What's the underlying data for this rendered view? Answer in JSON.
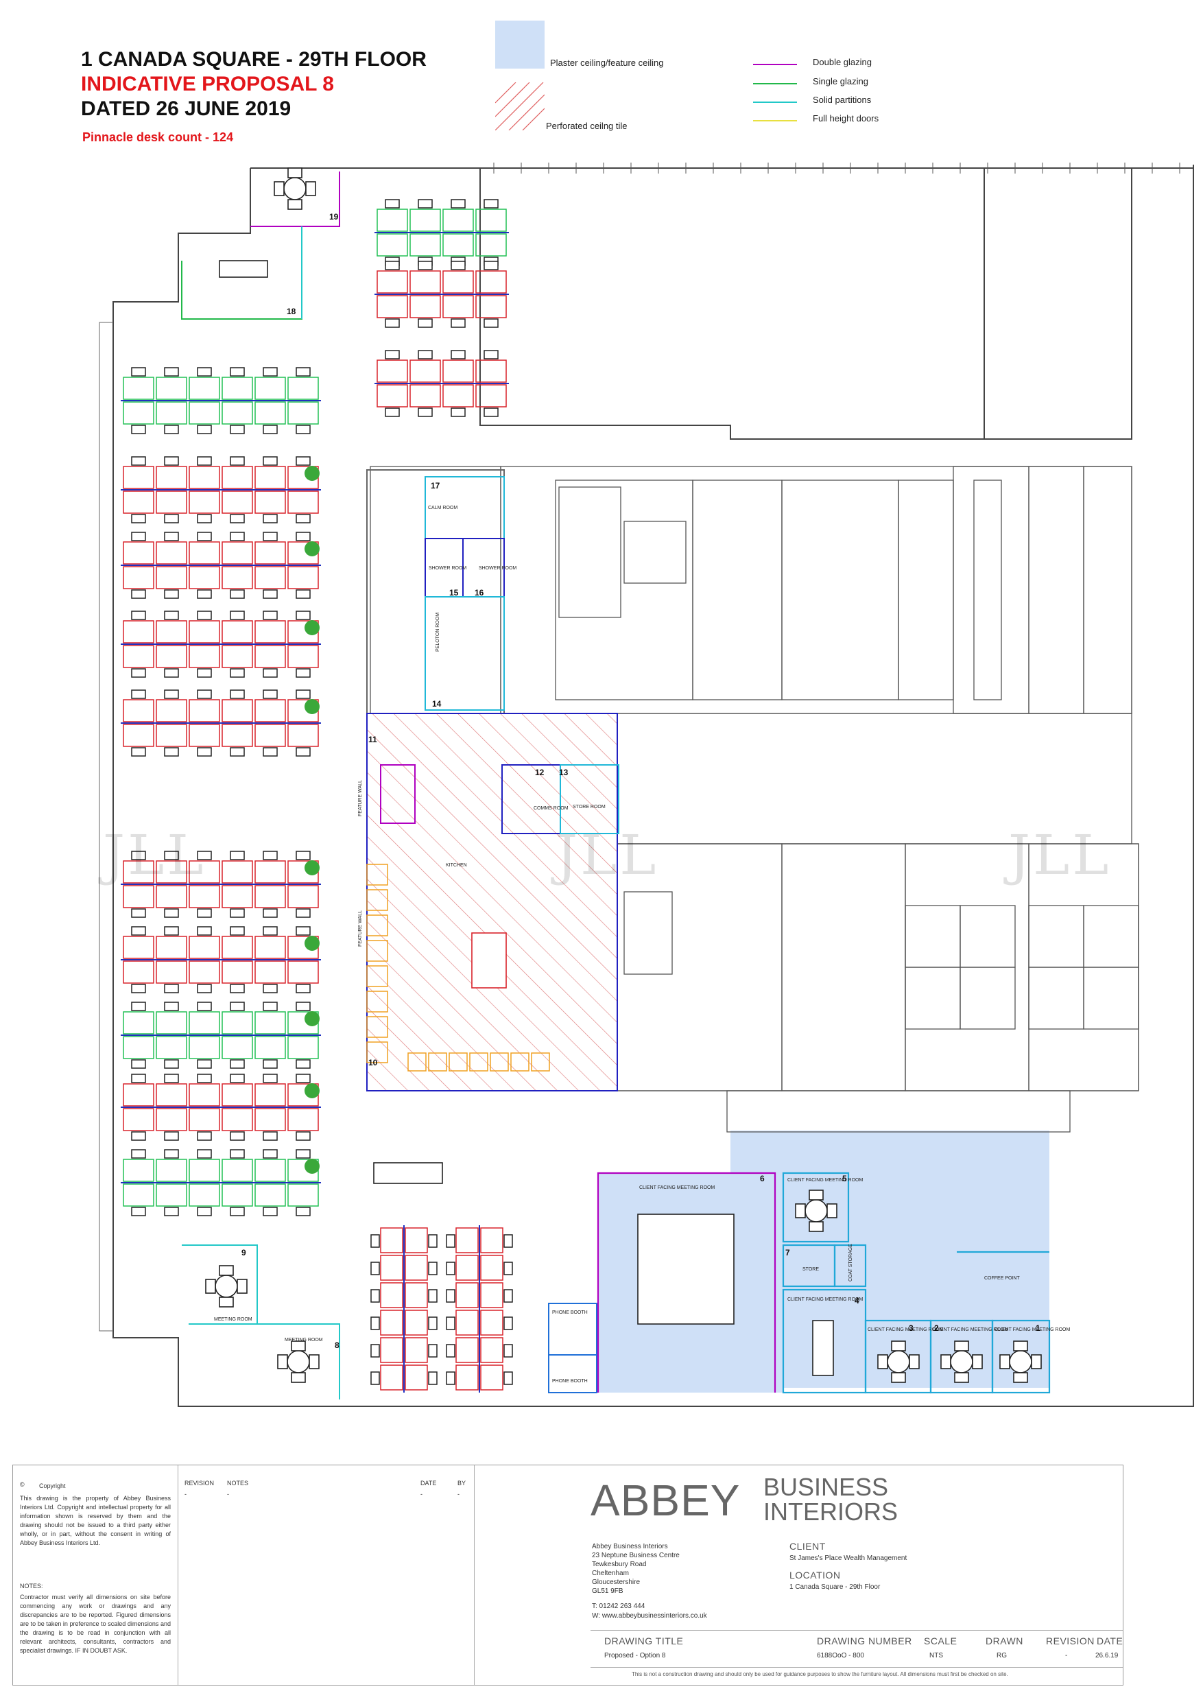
{
  "header": {
    "line1": "1 CANADA SQUARE - 29TH FLOOR",
    "line2": "INDICATIVE PROPOSAL 8",
    "line3": "DATED 26 JUNE 2019",
    "desk_count": "Pinnacle desk count - 124"
  },
  "legend": {
    "plaster": "Plaster ceiling/feature ceiling",
    "perforated": "Perforated ceilng tile",
    "double_glazing": "Double glazing",
    "single_glazing": "Single glazing",
    "solid_partitions": "Solid partitions",
    "full_height_doors": "Full height doors",
    "colors": {
      "plaster": "#cfe0f7",
      "perforated": "#e06060",
      "double_glazing": "#b000c0",
      "single_glazing": "#22b84a",
      "solid_partitions": "#22c8c8",
      "full_height_doors": "#e8e040",
      "desk_red": "#d9232b",
      "desk_green": "#22c055",
      "desk_orange": "#f0a020"
    }
  },
  "watermark": "JLL",
  "rooms": {
    "n1": "1",
    "n2": "2",
    "n3": "3",
    "n4": "4",
    "n5": "5",
    "n6": "6",
    "n7": "7",
    "n8": "8",
    "n9": "9",
    "n10": "10",
    "n11": "11",
    "n12": "12",
    "n13": "13",
    "n14": "14",
    "n15": "15",
    "n16": "16",
    "n17": "17",
    "n18": "18",
    "n19": "19",
    "calm_room": "CALM ROOM",
    "shower_room": "SHOWER ROOM",
    "peloton_room": "PELOTON ROOM",
    "feature_wall": "FEATURE WALL",
    "kitchen": "KITCHEN",
    "comms_room": "COMMS ROOM",
    "store_room": "STORE ROOM",
    "client_facing_meeting_room": "CLIENT FACING MEETING ROOM",
    "store": "STORE",
    "coat_storage": "COAT STORAGE",
    "coffee_point": "COFFEE POINT",
    "phone_booth": "PHONE BOOTH",
    "meeting_room": "MEETING ROOM"
  },
  "title_block": {
    "copyright_symbol": "©",
    "copyright_label": "Copyright",
    "copyright_text": "This drawing is the property of Abbey Business Interiors Ltd. Copyright and intellectual property for all information shown is reserved by them and the drawing should not be issued to a third party either wholly, or in part, without the consent in writing of Abbey Business Interiors Ltd.",
    "notes_label": "NOTES:",
    "notes_text": "Contractor must verify all dimensions on site before commencing any work or drawings and any discrepancies are to be reported. Figured dimensions are to be taken in preference to scaled dimensions and the drawing is to be read in conjunction with all relevant architects, consultants, contractors and specialist drawings. IF IN DOUBT ASK.",
    "col_revision": "REVISION",
    "col_notes": "NOTES",
    "col_date": "DATE",
    "col_by": "BY",
    "dash": "-",
    "logo_abbey": "ABBEY",
    "logo_business": "BUSINESS",
    "logo_interiors": "INTERIORS",
    "address": [
      "Abbey Business Interiors",
      "23 Neptune Business Centre",
      "Tewkesbury Road",
      "Cheltenham",
      "Gloucestershire",
      "GL51 9FB"
    ],
    "phone": "T:   01242 263 444",
    "web": "W:   www.abbeybusinessinteriors.co.uk",
    "client_label": "CLIENT",
    "client_value": "St James's Place Wealth Management",
    "location_label": "LOCATION",
    "location_value": "1 Canada Square - 29th Floor",
    "drawing_title_label": "DRAWING TITLE",
    "drawing_title_value": "Proposed - Option 8",
    "drawing_number_label": "DRAWING NUMBER",
    "drawing_number_value": "6188OoO - 800",
    "scale_label": "SCALE",
    "scale_value": "NTS",
    "drawn_label": "DRAWN",
    "drawn_value": "RG",
    "revision_label": "REVISION",
    "revision_value": "-",
    "date_label": "DATE",
    "date_value": "26.6.19",
    "disclaimer": "This is not a construction drawing and should only be used for guidance purposes to show the furniture layout. All dimensions must first be checked on site."
  }
}
